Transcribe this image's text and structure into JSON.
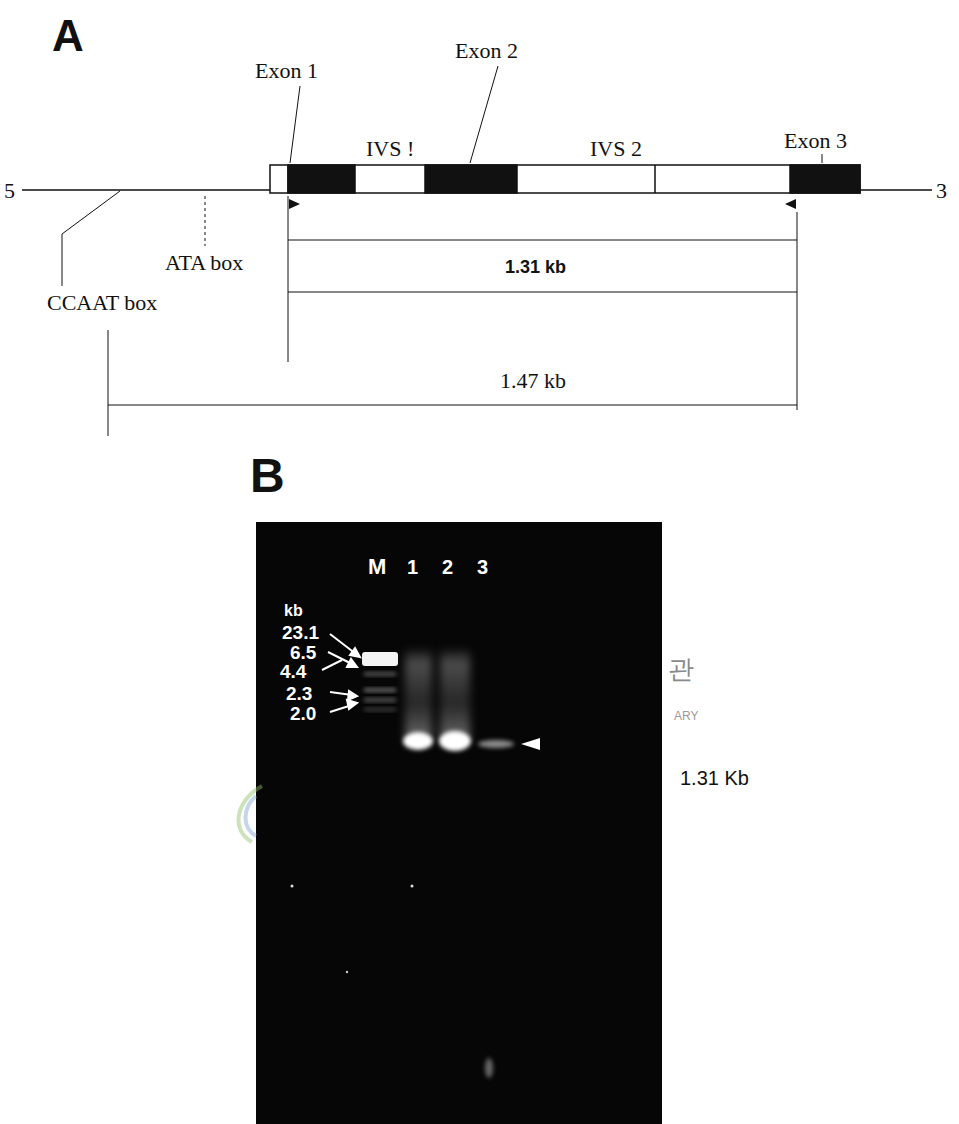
{
  "diagram": {
    "labels": [
      "A",
      "Exon 1",
      "Exon 2",
      "Exon 3",
      "IVS !",
      "IVS 2",
      "5",
      "3",
      "ATA box",
      "CCAAT box",
      "1.31 kb",
      "1.47 kb",
      "B",
      "M",
      "1",
      "2",
      "3",
      "kb",
      "23.1",
      "6.5",
      "4.4",
      "2.3",
      "2.0",
      "1.31 Kb",
      "관",
      "ARY"
    ]
  }
}
